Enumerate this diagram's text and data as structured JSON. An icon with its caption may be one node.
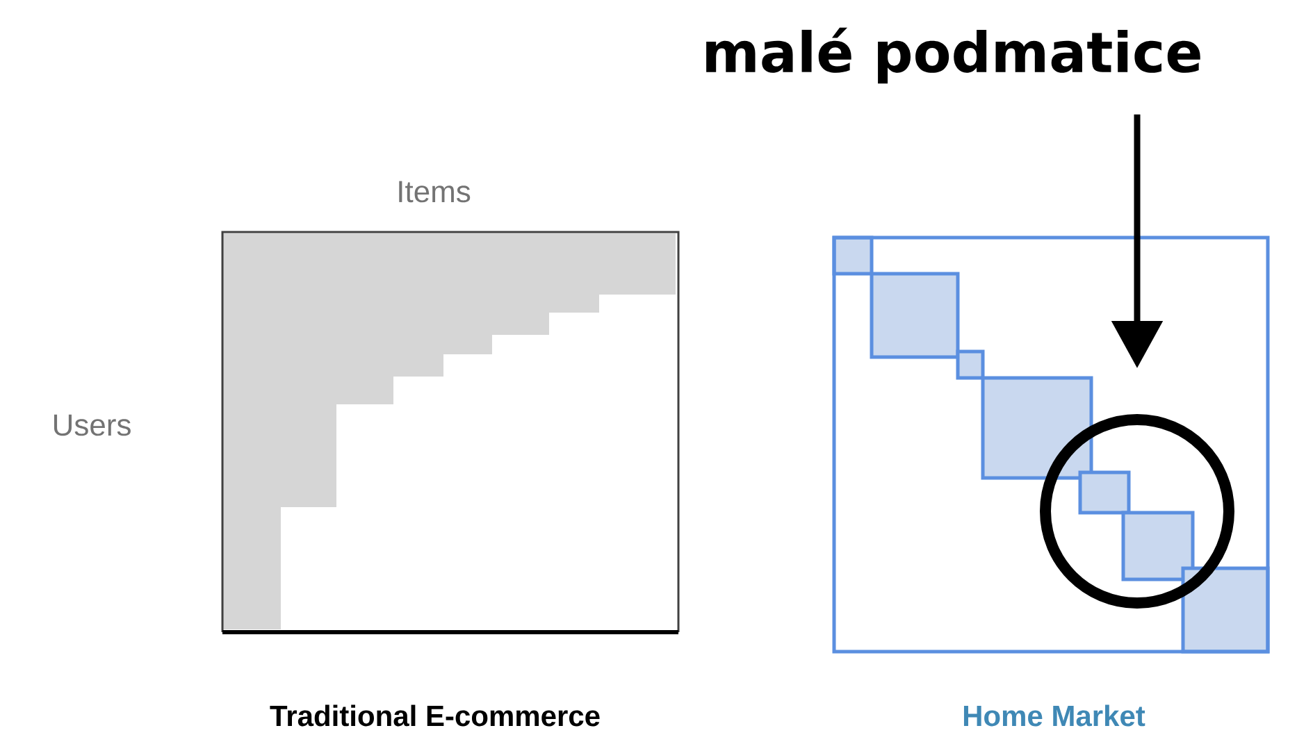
{
  "diagram": {
    "nodes": [
      {
        "text": [
          "malé podmatice"
        ]
      },
      {
        "text": [],
        "shape": "circle"
      }
    ],
    "edges": [
      {
        "from": 0,
        "to": 1,
        "arrow": "to"
      }
    ],
    "labels": [
      "Items",
      "Users",
      "Traditional E-commerce",
      "Home Market"
    ]
  }
}
